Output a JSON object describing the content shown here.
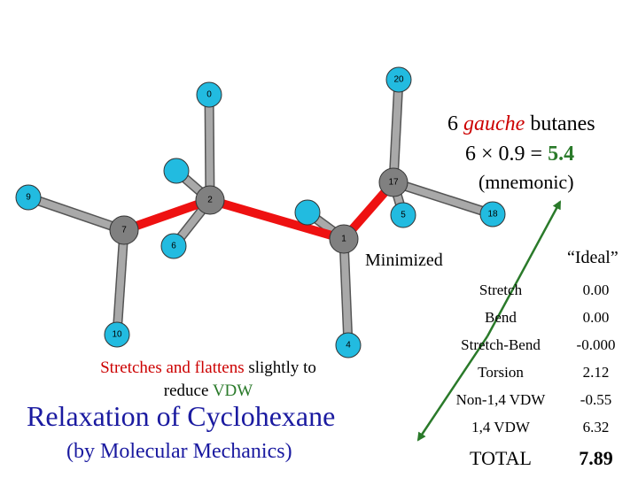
{
  "molecule": {
    "atoms": [
      {
        "id": "0",
        "kind": "H"
      },
      {
        "id": "20",
        "kind": "H"
      },
      {
        "id": "17",
        "kind": "C"
      },
      {
        "id": "5",
        "kind": "H"
      },
      {
        "id": "18",
        "kind": "H"
      },
      {
        "id": "9",
        "kind": "H"
      },
      {
        "id": "2",
        "kind": "C"
      },
      {
        "id": "7",
        "kind": "C"
      },
      {
        "id": "6",
        "kind": "H"
      },
      {
        "id": "1",
        "kind": "C"
      },
      {
        "id": "10",
        "kind": "H"
      },
      {
        "id": "4",
        "kind": "H"
      }
    ],
    "colors": {
      "carbon": "#808080",
      "hydrogen": "#22bbe0",
      "highlight_bond": "#ee1111",
      "bond": "#a9a9a9"
    }
  },
  "gauche": {
    "count": "6",
    "word": "gauche",
    "suffix": "butanes",
    "equation_prefix": "6 × 0.9 = ",
    "equation_value": "5.4",
    "mnemonic": "(mnemonic)"
  },
  "columns": {
    "minimized": "Minimized",
    "ideal": "“Ideal”"
  },
  "energy_terms": [
    {
      "label": "Stretch",
      "value": "0.00"
    },
    {
      "label": "Bend",
      "value": "0.00"
    },
    {
      "label": "Stretch-Bend",
      "value": "-0.000"
    },
    {
      "label": "Torsion",
      "value": "2.12"
    },
    {
      "label": "Non-1,4 VDW",
      "value": "-0.55"
    },
    {
      "label": "1,4 VDW",
      "value": "6.32"
    },
    {
      "label": "TOTAL",
      "value": "7.89"
    }
  ],
  "note": {
    "part1": "Stretches and flattens",
    "part2": " slightly to reduce ",
    "part3": "VDW"
  },
  "title": "Relaxation of Cyclohexane",
  "subtitle": "(by Molecular Mechanics)"
}
